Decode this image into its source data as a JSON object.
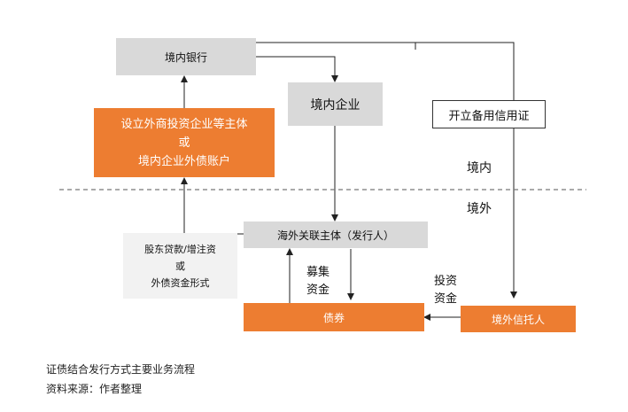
{
  "nodes": {
    "domestic_bank": "境内银行",
    "domestic_enterprise": "境内企业",
    "foreign_entity_line1": "设立外商投资企业等主体",
    "foreign_entity_or": "或",
    "foreign_entity_line2": "境内企业外债账户",
    "overseas_issuer": "海外关联主体（发行人）",
    "shareholder_line1": "股东贷款/增注资",
    "shareholder_or": "或",
    "shareholder_line2": "外债资金形式",
    "bond": "债券",
    "overseas_trustee": "境外信托人",
    "standby_lc": "开立备用信用证"
  },
  "labels": {
    "domestic": "境内",
    "overseas": "境外",
    "raise_funds_1": "募集",
    "raise_funds_2": "资金",
    "invest_funds_1": "投资",
    "invest_funds_2": "资金"
  },
  "caption": {
    "title": "证债结合发行方式主要业务流程",
    "source": "资料来源：作者整理"
  }
}
